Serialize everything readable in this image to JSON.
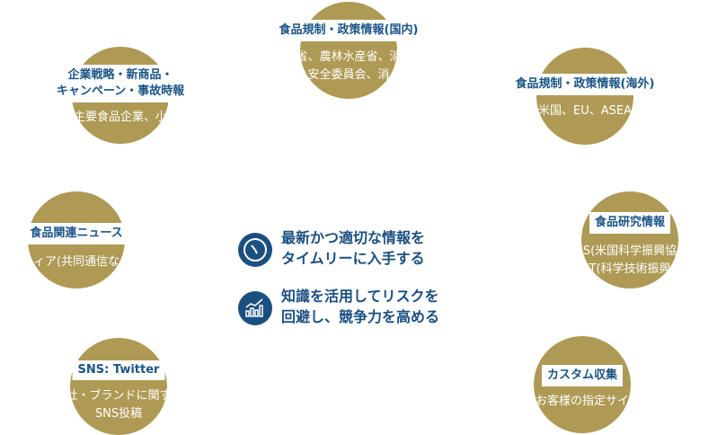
{
  "nodes": [
    {
      "title": "食品規制・政策情報(国内)",
      "body": [
        "省、農林水産省、消",
        "安全委員会、消"
      ]
    },
    {
      "title_lines": [
        "企業戦略・新商品・",
        "キャンペーン・事故時報"
      ],
      "body": [
        "主要食品企業、小"
      ]
    },
    {
      "title": "食品規制・政策情報(海外)",
      "body": [
        "米国、EU、ASEA"
      ]
    },
    {
      "title": "食品研究情報",
      "body": [
        "S(米国科学振興協",
        "T(科学技術振興"
      ]
    },
    {
      "title": "食品関連ニュース",
      "body": [
        "ィア(共同通信な"
      ]
    },
    {
      "title": "SNS: Twitter",
      "body": [
        "社・ブランドに関す",
        "SNS投稿"
      ]
    },
    {
      "title": "カスタム収集",
      "body": [
        "お客様の指定サイ"
      ]
    }
  ],
  "center": {
    "items": [
      {
        "icon": "clock-icon",
        "lines": [
          "最新かつ適切な情報を",
          "タイムリーに入手する"
        ]
      },
      {
        "icon": "bar-chart-icon",
        "lines": [
          "知識を活用してリスクを",
          "回避し、競争力を高める"
        ]
      }
    ]
  },
  "colors": {
    "gold": "#ae9a55",
    "blue": "#1a4f80"
  }
}
